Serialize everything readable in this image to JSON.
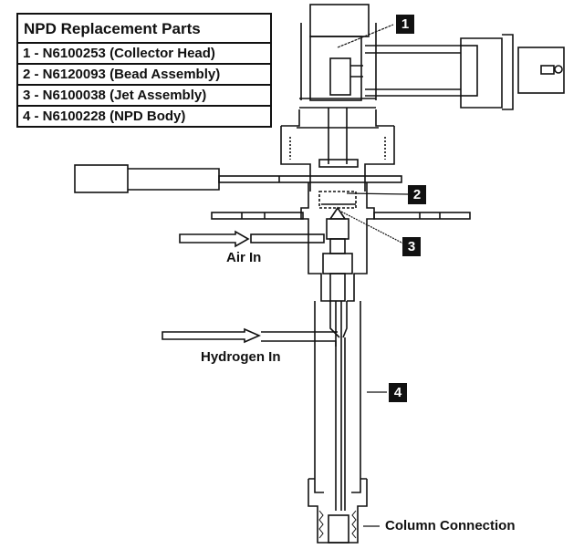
{
  "legend": {
    "title": "NPD Replacement Parts",
    "items": [
      {
        "number": "1",
        "part_no": "N6100253",
        "name": "Collector Head",
        "text": "1 - N6100253 (Collector Head)"
      },
      {
        "number": "2",
        "part_no": "N6120093",
        "name": "Bead Assembly",
        "text": "2 - N6120093 (Bead Assembly)"
      },
      {
        "number": "3",
        "part_no": "N6100038",
        "name": "Jet Assembly",
        "text": "3 - N6100038 (Jet Assembly)"
      },
      {
        "number": "4",
        "part_no": "N6100228",
        "name": "NPD Body",
        "text": "4 - N6100228 (NPD Body)"
      }
    ]
  },
  "callouts": {
    "c1": "1",
    "c2": "2",
    "c3": "3",
    "c4": "4"
  },
  "labels": {
    "air_in": "Air In",
    "hydrogen_in": "Hydrogen In",
    "column_connection": "Column Connection"
  },
  "colors": {
    "line": "#111111",
    "background": "#ffffff"
  }
}
